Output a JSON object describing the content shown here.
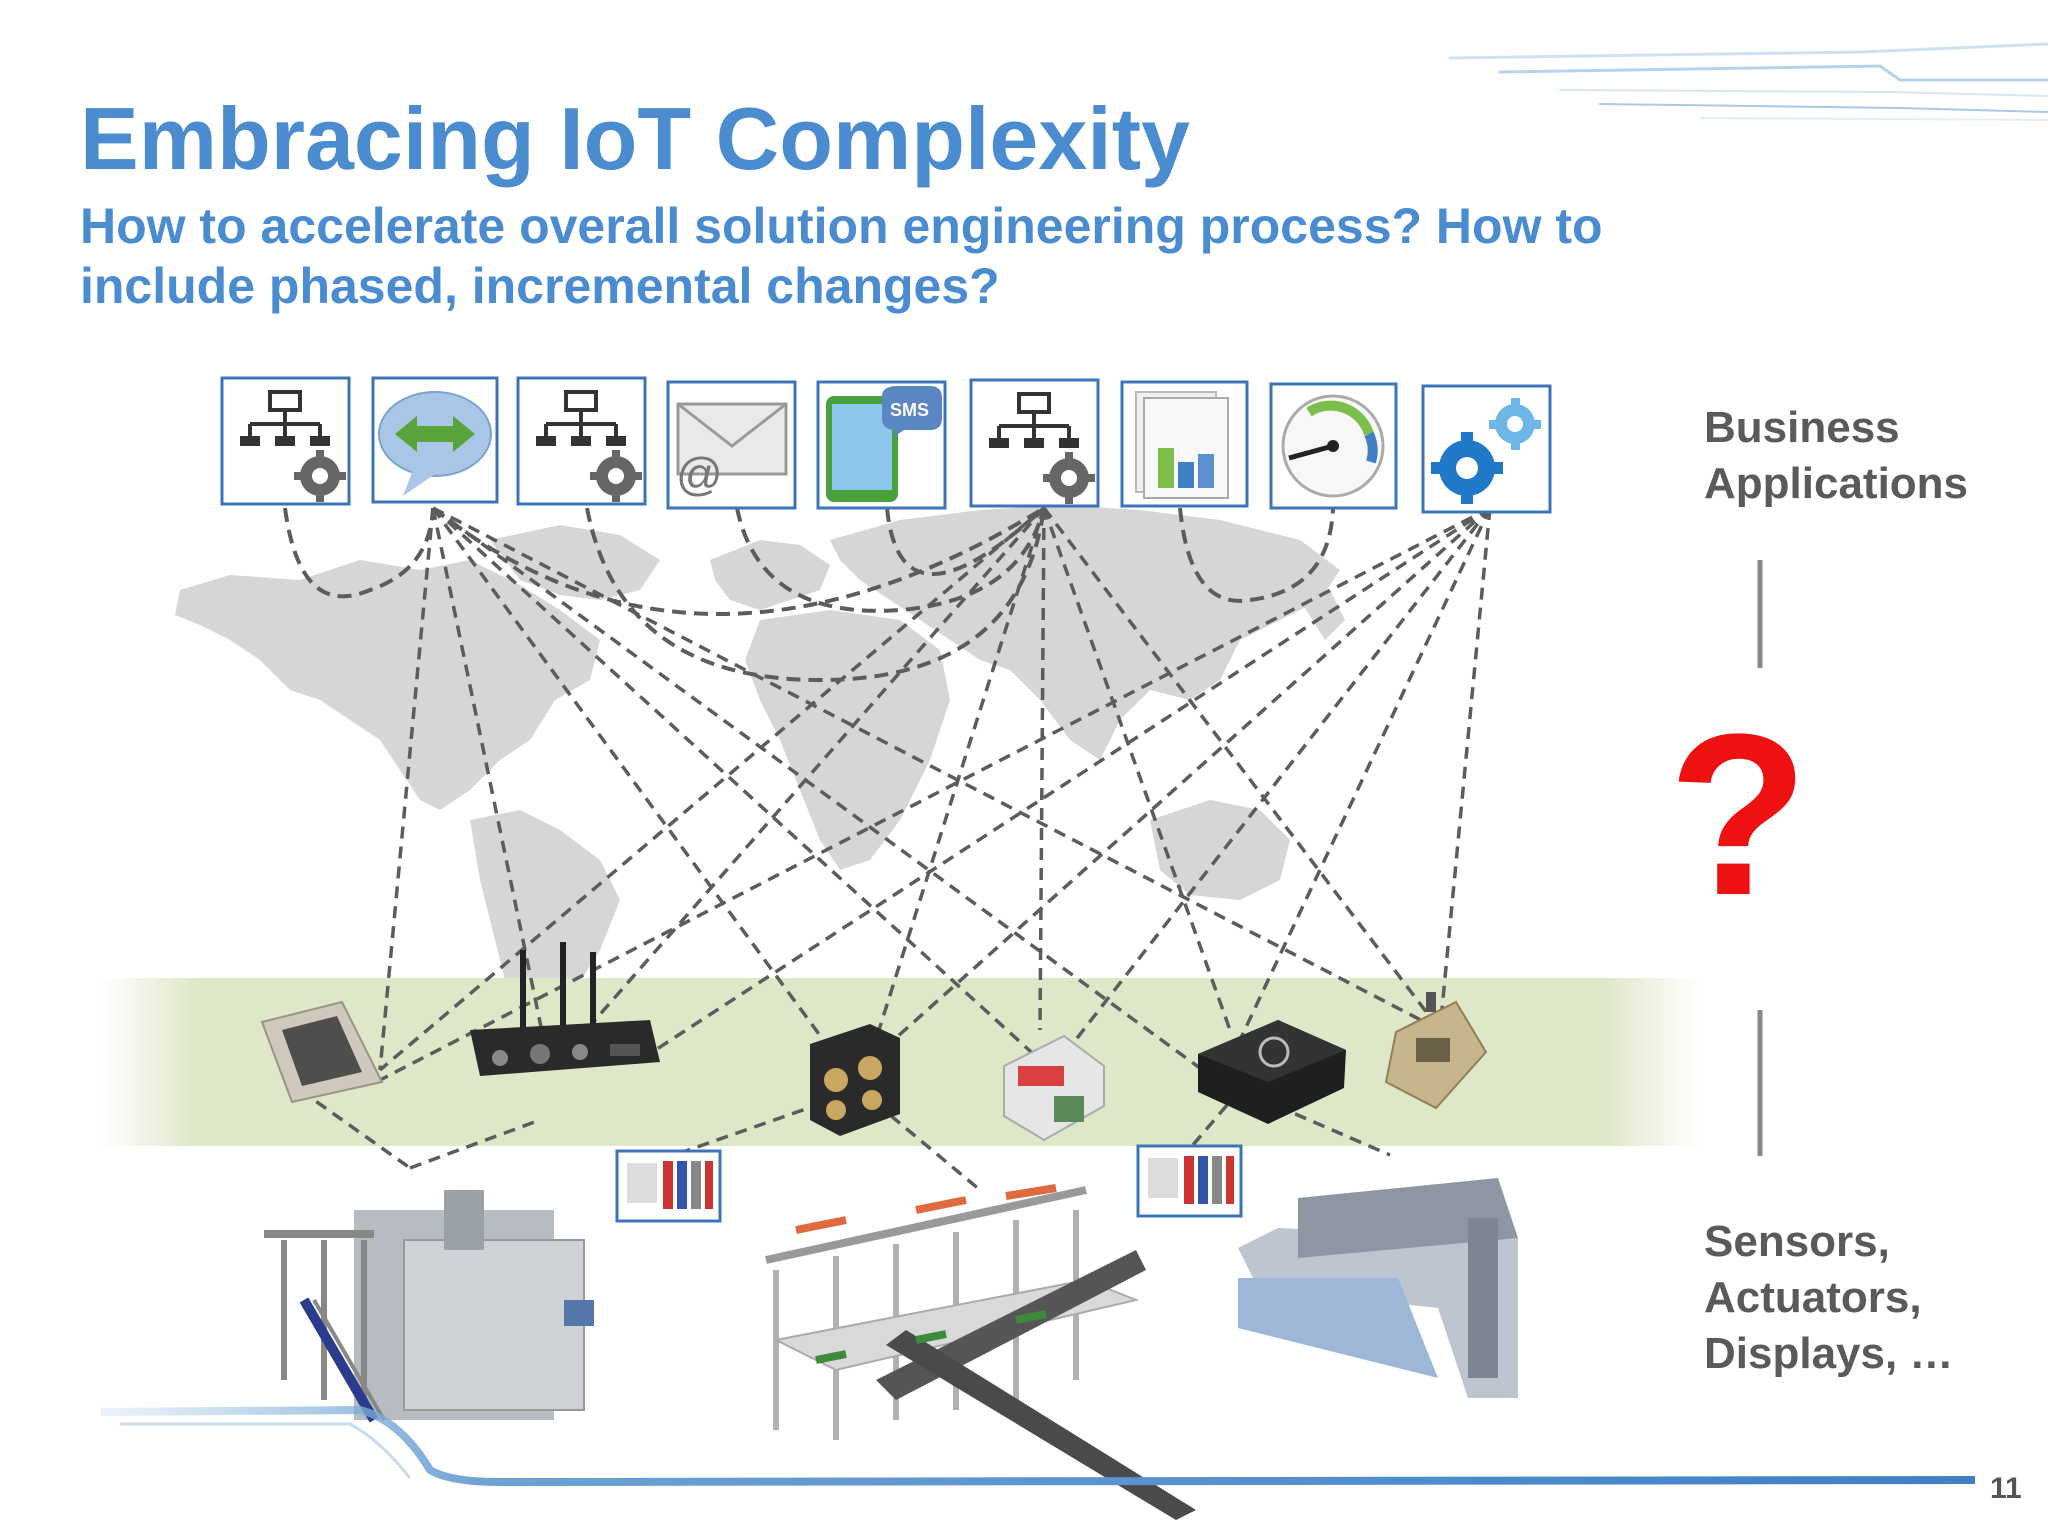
{
  "slide": {
    "title": "Embracing IoT Complexity",
    "subtitle": "How to accelerate overall solution engineering process? How to include phased, incremental changes?",
    "page_number": "11"
  },
  "layers": {
    "top_label_line1": "Business",
    "top_label_line2": "Applications",
    "bottom_label_line1": "Sensors,",
    "bottom_label_line2": "Actuators,",
    "bottom_label_line3": "Displays, …",
    "question_mark": "?"
  },
  "business_apps": [
    {
      "icon": "network-gear-icon"
    },
    {
      "icon": "chat-arrows-icon"
    },
    {
      "icon": "network-gear-icon"
    },
    {
      "icon": "email-icon",
      "text": "@"
    },
    {
      "icon": "sms-phone-icon",
      "text": "SMS"
    },
    {
      "icon": "network-gear-icon"
    },
    {
      "icon": "report-chart-icon"
    },
    {
      "icon": "gauge-icon"
    },
    {
      "icon": "gears-icon"
    }
  ],
  "devices": [
    {
      "icon": "touch-display-device"
    },
    {
      "icon": "router-antenna-device"
    },
    {
      "icon": "rugged-controller-device"
    },
    {
      "icon": "din-rail-module-device"
    },
    {
      "icon": "black-gateway-device"
    },
    {
      "icon": "handheld-sensor-device"
    }
  ],
  "machines": [
    {
      "icon": "packaging-machine"
    },
    {
      "icon": "conveyor-assembly-line"
    },
    {
      "icon": "machine-tool"
    }
  ],
  "colors": {
    "title": "#4a8ccf",
    "label": "#5a5a5a",
    "question": "#ee1111",
    "band": "#dde6c6",
    "dash": "#555555"
  }
}
